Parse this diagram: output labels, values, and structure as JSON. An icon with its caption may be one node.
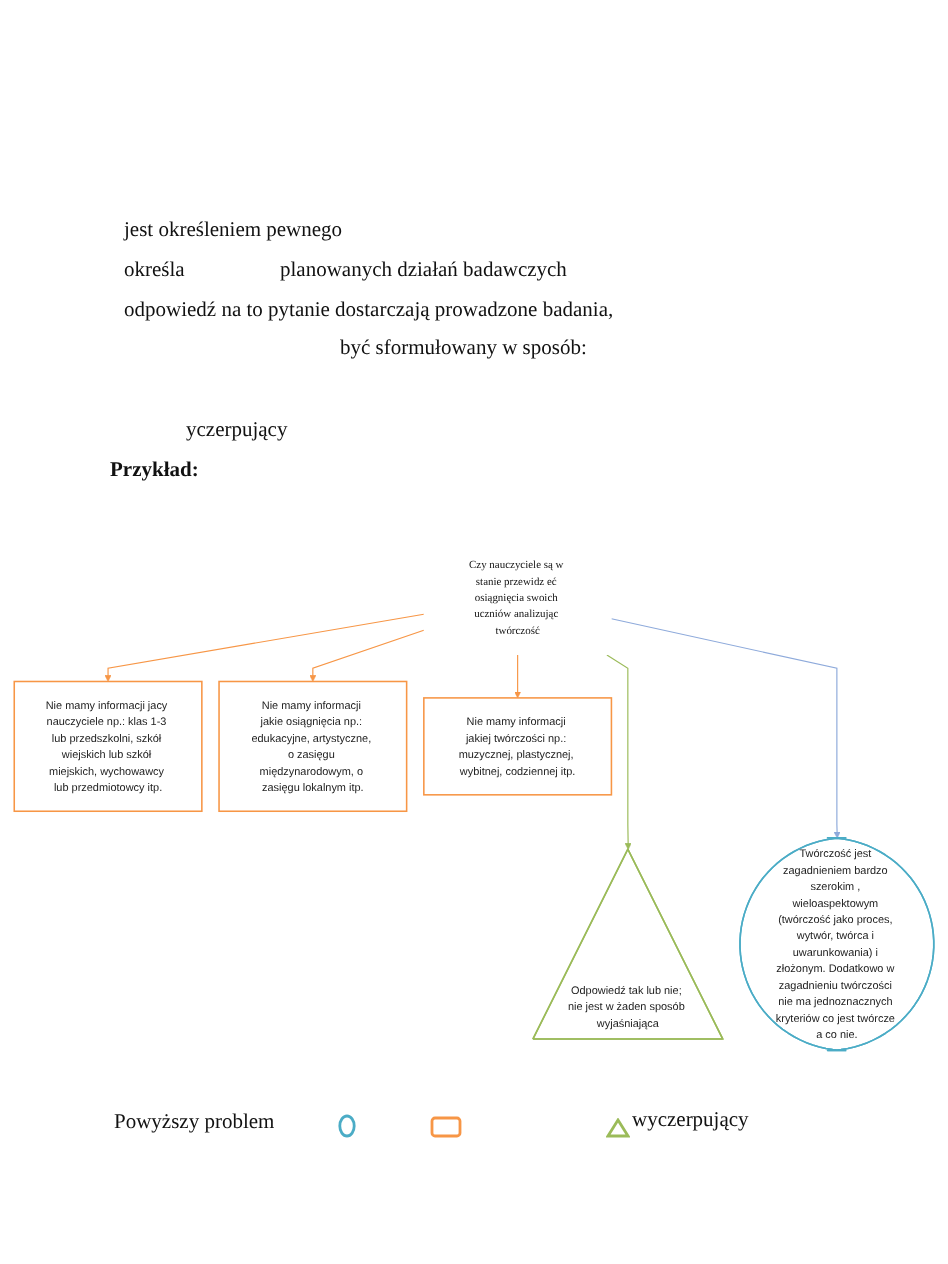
{
  "diagram": {
    "nodes": [
      {
        "text": [
          "Czy nauczyciele są w stanie przewidz eć osiągnięcia swoich uczniów analizując twórczość"
        ]
      },
      {
        "text": [
          "Nie mamy informacji jacy nauczyciele np.: klas 1-3 lub przedszkolni, szkół wiejskich lub szkół miejskich, wychowawcy lub przedmiotowcy itp."
        ]
      },
      {
        "text": [
          "Nie mamy informacji jakie osiągnięcia np.: edukacyjne, artystyczne, o zasięgu międzynarodowym, o zasięgu lokalnym itp."
        ]
      },
      {
        "text": [
          "Nie mamy informacji jakiej twórczości np.: muzycznej, plastycznej, wybitnej, codziennej itp."
        ]
      },
      {
        "text": [
          "Odpowiedź tak lub nie; nie jest w żaden sposób wyjaśniająca"
        ]
      },
      {
        "text": [
          "Twórczość jest zagadnieniem bardzo szerokim , wieloaspektowym (twórczość jako proces, wytwór, twórca i uwarunkowania) i złożonym. Dodatkowo w zagadnieniu twórczości nie ma jednoznacznych kryteriów co jest twórcze a co nie."
        ]
      }
    ],
    "edges": [
      {
        "from": 0,
        "to": 4,
        "arrow": "to",
        "color": "#9bbb59"
      },
      {
        "from": 0,
        "to": 1,
        "arrow": "to"
      },
      {
        "from": 0,
        "to": 2,
        "arrow": "to"
      },
      {
        "from": 0,
        "to": 5,
        "arrow": "to",
        "color": "#8eaadb"
      },
      {
        "from": 0,
        "to": 3,
        "arrow": "to"
      }
    ],
    "labels": [
      "jest określeniem pewnego",
      "określa",
      "planowanych działań badawczych",
      "odpowiedź na to pytanie dostarczają prowadzone badania,",
      "być sformułowany w sposób:",
      "yczerpujący",
      "Przykład:",
      "Powyższy problem"
    ],
    "legend": [
      {
        "text": "wyczerpujący"
      }
    ]
  }
}
